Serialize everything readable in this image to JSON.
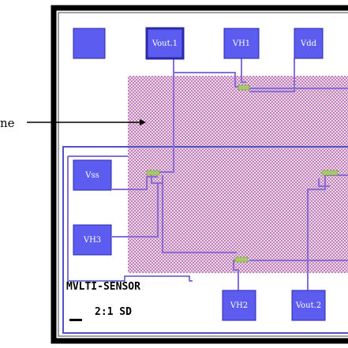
{
  "colors": {
    "frame": "#000000",
    "border": "#5252c8",
    "pad_fill": "#5c5cf0",
    "pad_stroke": "#2a2aa8",
    "pad_text": "#ffffff",
    "wire": "#8a6cd6",
    "checker_a": "#c080b8",
    "checker_b": "#efd9ea",
    "via": "#a8c86e",
    "label_text": "#000000",
    "background": "#ffffff"
  },
  "left_label": {
    "text": "ne"
  },
  "pads": {
    "blank": "",
    "vout1": "Vout.1",
    "vh1": "VH1",
    "vdd": "Vdd",
    "vss": "Vss",
    "vh3": "VH3",
    "vh2": "VH2",
    "vout2": "Vout.2"
  },
  "chip_label": {
    "line1": "MVLTI-SENSOR",
    "line2": "2:1 SD"
  }
}
